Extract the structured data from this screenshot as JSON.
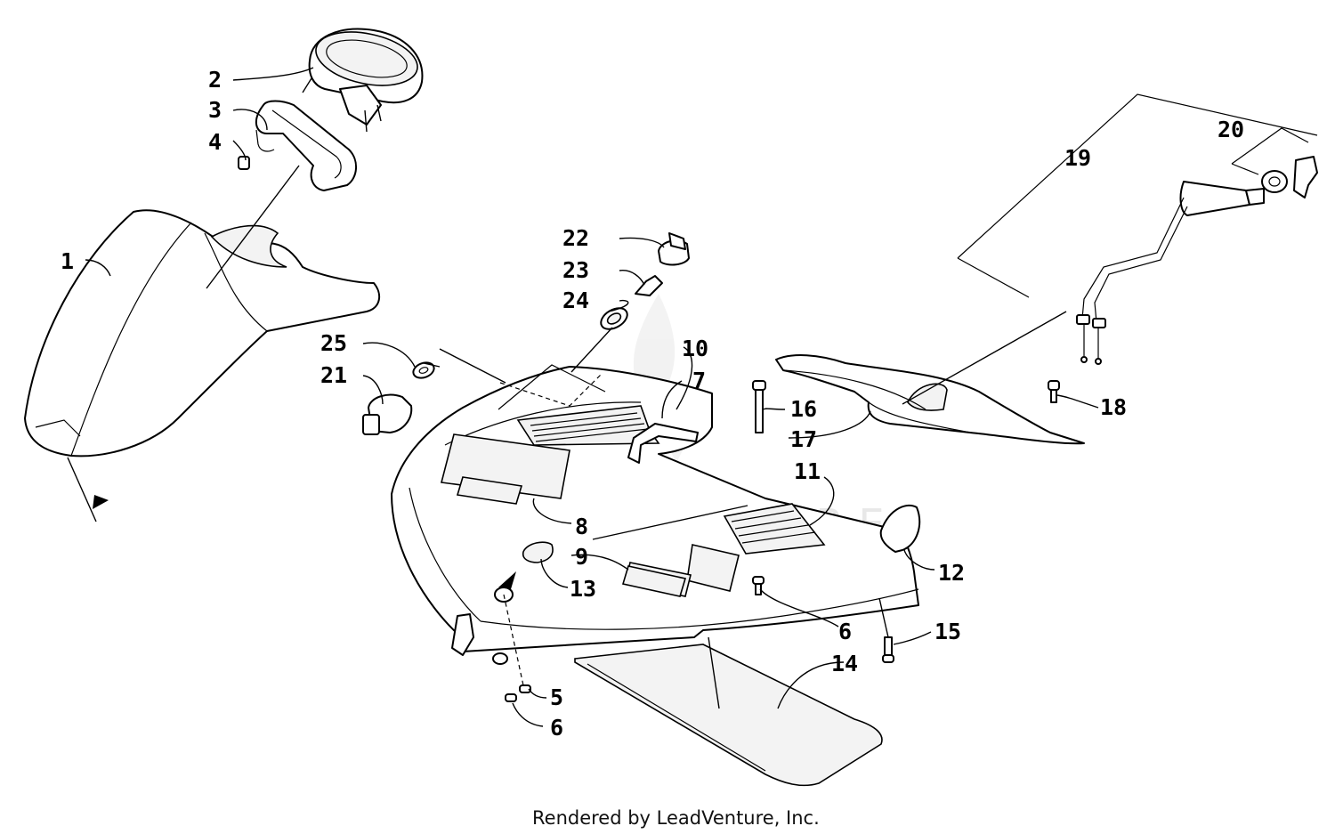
{
  "diagram": {
    "callouts": [
      {
        "id": "c2",
        "label": "2"
      },
      {
        "id": "c3",
        "label": "3"
      },
      {
        "id": "c4",
        "label": "4"
      },
      {
        "id": "c1",
        "label": "1"
      },
      {
        "id": "c22",
        "label": "22"
      },
      {
        "id": "c23",
        "label": "23"
      },
      {
        "id": "c24",
        "label": "24"
      },
      {
        "id": "c25",
        "label": "25"
      },
      {
        "id": "c21",
        "label": "21"
      },
      {
        "id": "c10",
        "label": "10"
      },
      {
        "id": "c7",
        "label": "7"
      },
      {
        "id": "c16",
        "label": "16"
      },
      {
        "id": "c17",
        "label": "17"
      },
      {
        "id": "c18",
        "label": "18"
      },
      {
        "id": "c19",
        "label": "19"
      },
      {
        "id": "c20",
        "label": "20"
      },
      {
        "id": "c11",
        "label": "11"
      },
      {
        "id": "c8",
        "label": "8"
      },
      {
        "id": "c9",
        "label": "9"
      },
      {
        "id": "c13",
        "label": "13"
      },
      {
        "id": "c12",
        "label": "12"
      },
      {
        "id": "c6a",
        "label": "6"
      },
      {
        "id": "c15",
        "label": "15"
      },
      {
        "id": "c14",
        "label": "14"
      },
      {
        "id": "c5",
        "label": "5"
      },
      {
        "id": "c6b",
        "label": "6"
      }
    ],
    "watermark": "LEADVENTURE",
    "footer": "Rendered by LeadVenture, Inc."
  }
}
